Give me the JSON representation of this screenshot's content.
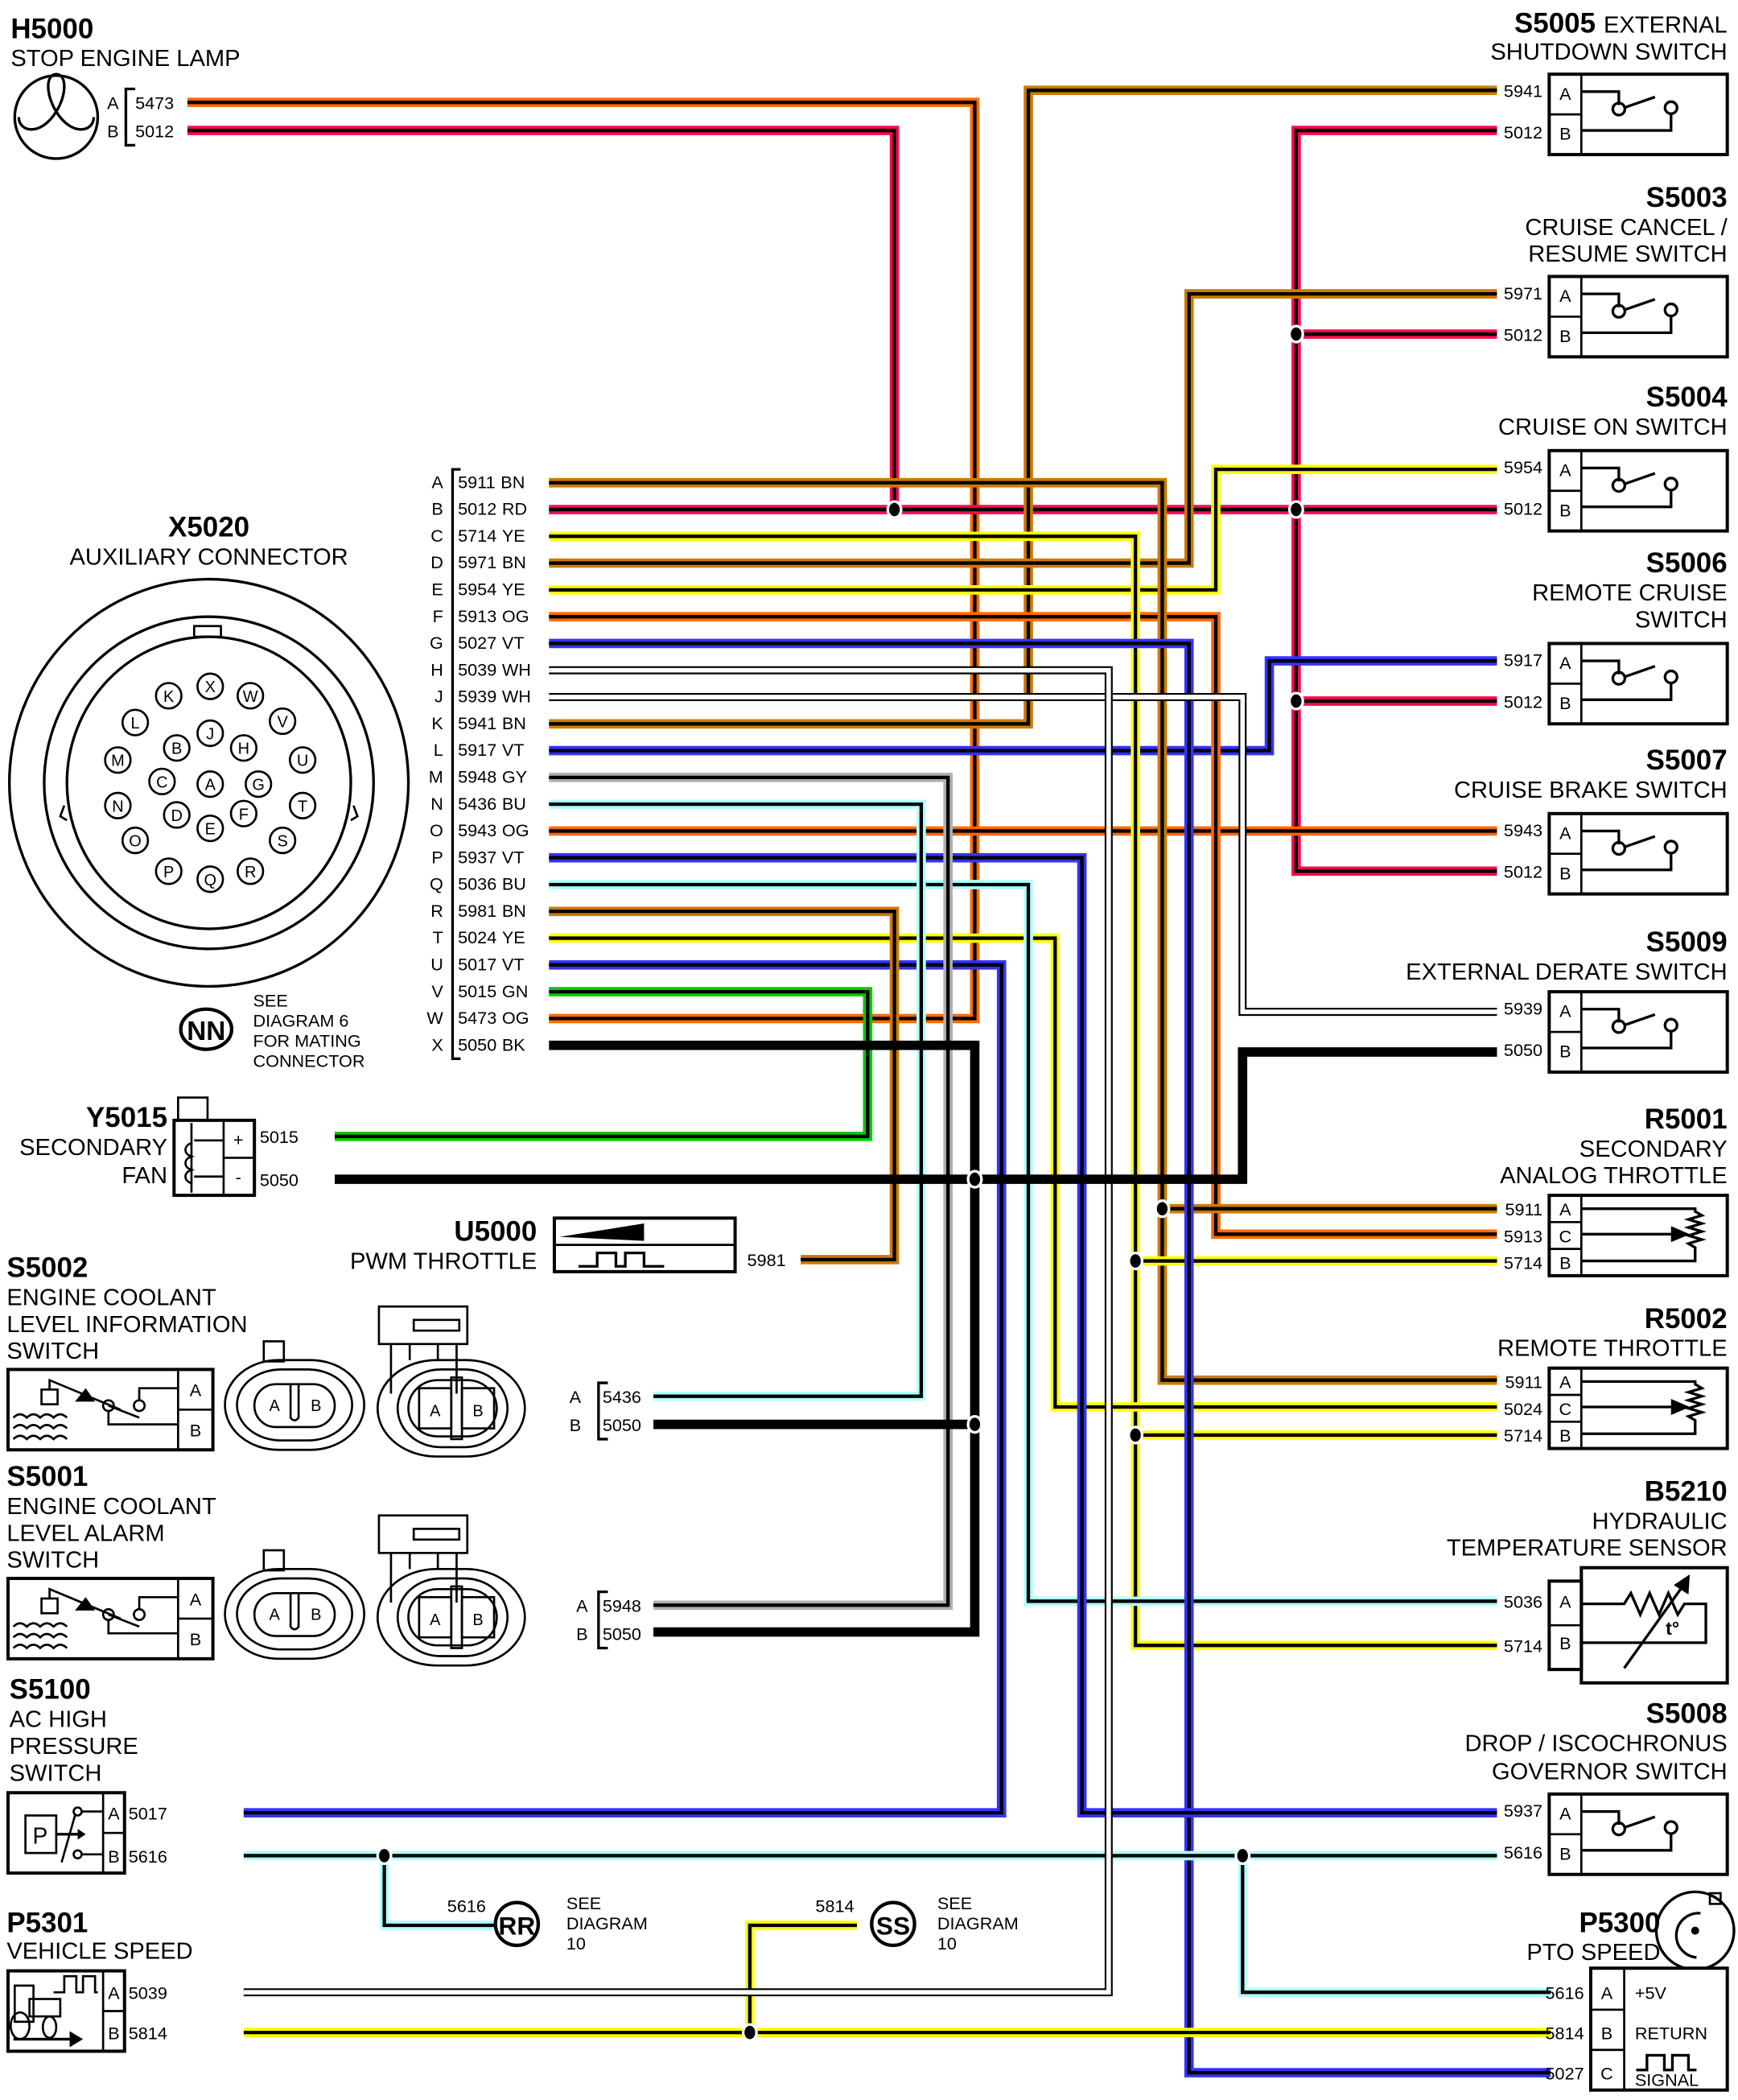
{
  "wire_colors": {
    "BN": "#cc7a00",
    "RD": "#ff0a4e",
    "YE": "#ffff00",
    "OG": "#ff6a00",
    "VT": "#3333ff",
    "WH": "#ffffff",
    "GY": "#b0b0b0",
    "BU": "#b3ffff",
    "GN": "#00cc00",
    "BK": "#000000"
  },
  "components": {
    "h5000": {
      "id": "H5000",
      "name": "STOP ENGINE LAMP",
      "pins": [
        {
          "pin": "A",
          "wire": "5473"
        },
        {
          "pin": "B",
          "wire": "5012"
        }
      ]
    },
    "x5020": {
      "id": "X5020",
      "name": "AUXILIARY CONNECTOR",
      "cavities": [
        "X",
        "K",
        "W",
        "L",
        "V",
        "J",
        "B",
        "H",
        "M",
        "U",
        "C",
        "A",
        "G",
        "N",
        "T",
        "D",
        "F",
        "E",
        "O",
        "S",
        "P",
        "Q",
        "R"
      ],
      "mating_ref": {
        "badge": "NN",
        "lines": [
          "SEE",
          "DIAGRAM 6",
          "FOR MATING",
          "CONNECTOR"
        ]
      },
      "pins": [
        {
          "pin": "A",
          "wire": "5911",
          "color": "BN"
        },
        {
          "pin": "B",
          "wire": "5012",
          "color": "RD"
        },
        {
          "pin": "C",
          "wire": "5714",
          "color": "YE"
        },
        {
          "pin": "D",
          "wire": "5971",
          "color": "BN"
        },
        {
          "pin": "E",
          "wire": "5954",
          "color": "YE"
        },
        {
          "pin": "F",
          "wire": "5913",
          "color": "OG"
        },
        {
          "pin": "G",
          "wire": "5027",
          "color": "VT"
        },
        {
          "pin": "H",
          "wire": "5039",
          "color": "WH"
        },
        {
          "pin": "J",
          "wire": "5939",
          "color": "WH"
        },
        {
          "pin": "K",
          "wire": "5941",
          "color": "BN"
        },
        {
          "pin": "L",
          "wire": "5917",
          "color": "VT"
        },
        {
          "pin": "M",
          "wire": "5948",
          "color": "GY"
        },
        {
          "pin": "N",
          "wire": "5436",
          "color": "BU"
        },
        {
          "pin": "O",
          "wire": "5943",
          "color": "OG"
        },
        {
          "pin": "P",
          "wire": "5937",
          "color": "VT"
        },
        {
          "pin": "Q",
          "wire": "5036",
          "color": "BU"
        },
        {
          "pin": "R",
          "wire": "5981",
          "color": "BN"
        },
        {
          "pin": "T",
          "wire": "5024",
          "color": "YE"
        },
        {
          "pin": "U",
          "wire": "5017",
          "color": "VT"
        },
        {
          "pin": "V",
          "wire": "5015",
          "color": "GN"
        },
        {
          "pin": "W",
          "wire": "5473",
          "color": "OG"
        },
        {
          "pin": "X",
          "wire": "5050",
          "color": "BK"
        }
      ]
    },
    "y5015": {
      "id": "Y5015",
      "name_lines": [
        "SECONDARY",
        "FAN"
      ],
      "pins": [
        {
          "pin": "+",
          "wire": "5015"
        },
        {
          "pin": "-",
          "wire": "5050"
        }
      ]
    },
    "u5000": {
      "id": "U5000",
      "name": "PWM THROTTLE",
      "wire": "5981"
    },
    "s5002": {
      "id": "S5002",
      "name_lines": [
        "ENGINE COOLANT",
        "LEVEL INFORMATION",
        "SWITCH"
      ],
      "pins": [
        {
          "pin": "A",
          "wire": "5436"
        },
        {
          "pin": "B",
          "wire": "5050"
        }
      ]
    },
    "s5001": {
      "id": "S5001",
      "name_lines": [
        "ENGINE COOLANT",
        "LEVEL ALARM",
        "SWITCH"
      ],
      "pins": [
        {
          "pin": "A",
          "wire": "5948"
        },
        {
          "pin": "B",
          "wire": "5050"
        }
      ]
    },
    "s5100": {
      "id": "S5100",
      "name_lines": [
        "AC HIGH",
        "PRESSURE",
        "SWITCH"
      ],
      "symbol": "P",
      "pins": [
        {
          "pin": "A",
          "wire": "5017"
        },
        {
          "pin": "B",
          "wire": "5616"
        }
      ]
    },
    "p5301": {
      "id": "P5301",
      "name": "VEHICLE SPEED",
      "pins": [
        {
          "pin": "A",
          "wire": "5039"
        },
        {
          "pin": "B",
          "wire": "5814"
        }
      ]
    },
    "s5005": {
      "id": "S5005",
      "name_inline": "EXTERNAL",
      "name_line2": "SHUTDOWN SWITCH",
      "pins": [
        {
          "pin": "A",
          "wire": "5941"
        },
        {
          "pin": "B",
          "wire": "5012"
        }
      ]
    },
    "s5003": {
      "id": "S5003",
      "name_lines": [
        "CRUISE CANCEL /",
        "RESUME SWITCH"
      ],
      "pins": [
        {
          "pin": "A",
          "wire": "5971"
        },
        {
          "pin": "B",
          "wire": "5012"
        }
      ]
    },
    "s5004": {
      "id": "S5004",
      "name_lines": [
        "CRUISE ON SWITCH"
      ],
      "pins": [
        {
          "pin": "A",
          "wire": "5954"
        },
        {
          "pin": "B",
          "wire": "5012"
        }
      ]
    },
    "s5006": {
      "id": "S5006",
      "name_lines": [
        "REMOTE CRUISE",
        "SWITCH"
      ],
      "pins": [
        {
          "pin": "A",
          "wire": "5917"
        },
        {
          "pin": "B",
          "wire": "5012"
        }
      ]
    },
    "s5007": {
      "id": "S5007",
      "name_lines": [
        "CRUISE BRAKE SWITCH"
      ],
      "pins": [
        {
          "pin": "A",
          "wire": "5943"
        },
        {
          "pin": "B",
          "wire": "5012"
        }
      ]
    },
    "s5009": {
      "id": "S5009",
      "name_lines": [
        "EXTERNAL DERATE SWITCH"
      ],
      "pins": [
        {
          "pin": "A",
          "wire": "5939"
        },
        {
          "pin": "B",
          "wire": "5050"
        }
      ]
    },
    "r5001": {
      "id": "R5001",
      "name_lines": [
        "SECONDARY",
        "ANALOG THROTTLE"
      ],
      "pins": [
        {
          "pin": "A",
          "wire": "5911"
        },
        {
          "pin": "C",
          "wire": "5913"
        },
        {
          "pin": "B",
          "wire": "5714"
        }
      ]
    },
    "r5002": {
      "id": "R5002",
      "name_lines": [
        "REMOTE THROTTLE"
      ],
      "pins": [
        {
          "pin": "A",
          "wire": "5911"
        },
        {
          "pin": "C",
          "wire": "5024"
        },
        {
          "pin": "B",
          "wire": "5714"
        }
      ]
    },
    "b5210": {
      "id": "B5210",
      "name_lines": [
        "HYDRAULIC",
        "TEMPERATURE SENSOR"
      ],
      "temp_symbol": "t°",
      "pins": [
        {
          "pin": "A",
          "wire": "5036"
        },
        {
          "pin": "B",
          "wire": "5714"
        }
      ]
    },
    "s5008": {
      "id": "S5008",
      "name_lines": [
        "DROP / ISCOCHRONUS",
        "GOVERNOR SWITCH"
      ],
      "pins": [
        {
          "pin": "A",
          "wire": "5937"
        },
        {
          "pin": "B",
          "wire": "5616"
        }
      ]
    },
    "p5300": {
      "id": "P5300",
      "name": "PTO SPEED",
      "pins": [
        {
          "pin": "A",
          "wire": "5616",
          "function": "+5V"
        },
        {
          "pin": "B",
          "wire": "5814",
          "function": "RETURN"
        },
        {
          "pin": "C",
          "wire": "5027",
          "function": "SIGNAL"
        }
      ]
    }
  },
  "references": {
    "rr": {
      "badge": "RR",
      "wire": "5616",
      "lines": [
        "SEE",
        "DIAGRAM",
        "10"
      ]
    },
    "ss": {
      "badge": "SS",
      "wire": "5814",
      "lines": [
        "SEE",
        "DIAGRAM",
        "10"
      ]
    }
  },
  "icons": [
    "lamp-icon",
    "switch-icon",
    "potentiometer-icon",
    "thermistor-icon",
    "pressure-switch-icon",
    "float-switch-icon",
    "speed-sensor-icon",
    "pwm-icon",
    "fan-motor-icon",
    "pto-sensor-icon"
  ]
}
